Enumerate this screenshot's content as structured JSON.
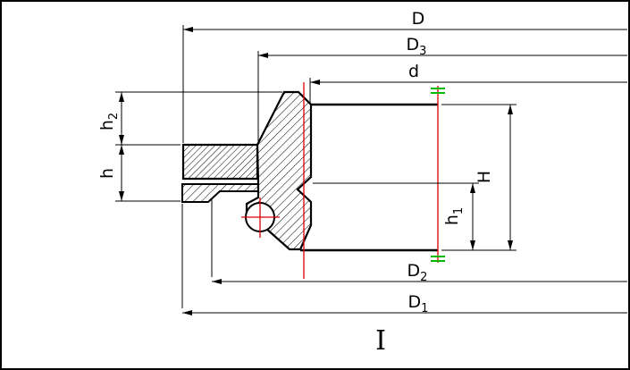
{
  "labels": {
    "D": "D",
    "D3": {
      "base": "D",
      "sub": "3"
    },
    "d": "d",
    "h2": {
      "base": "h",
      "sub": "2"
    },
    "h": "h",
    "H": "H",
    "h1": {
      "base": "h",
      "sub": "1"
    },
    "D2": {
      "base": "D",
      "sub": "2"
    },
    "D1": {
      "base": "D",
      "sub": "1"
    },
    "section_marker": "I"
  },
  "colors": {
    "outline": "#000000",
    "centerline": "#dd0000",
    "centerline_tick": "#00bb00",
    "background": "#ffffff"
  }
}
